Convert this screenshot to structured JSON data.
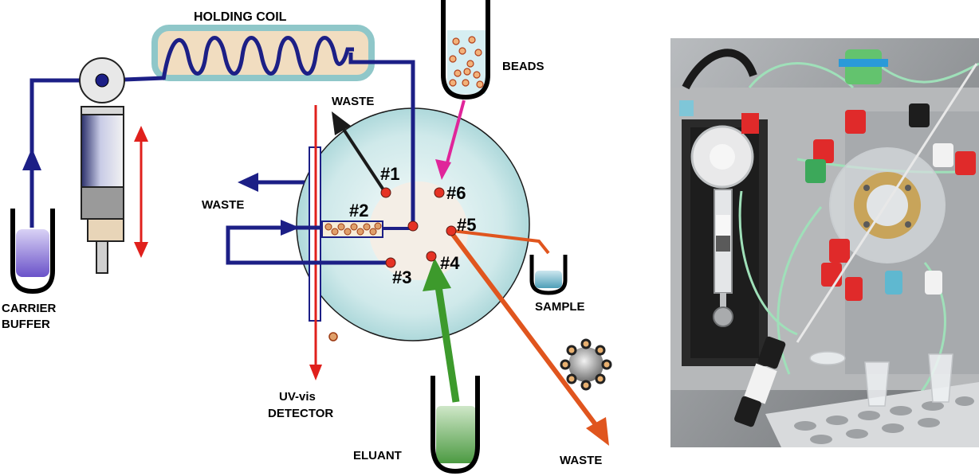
{
  "labels": {
    "holding_coil": "HOLDING COIL",
    "beads": "BEADS",
    "waste_top": "WASTE",
    "waste_left": "WASTE",
    "waste_bottom": "WASTE",
    "carrier_buffer_1": "CARRIER",
    "carrier_buffer_2": "BUFFER",
    "sample": "SAMPLE",
    "eluant": "ELUANT",
    "detector_1": "UV-vis",
    "detector_2": "DETECTOR"
  },
  "ports": {
    "p1": "#1",
    "p2": "#2",
    "p3": "#3",
    "p4": "#4",
    "p5": "#5",
    "p6": "#6"
  },
  "colors": {
    "tubing": "#1c1f86",
    "valve_body": "#c8e6e8",
    "valve_core": "#f4eee6",
    "port": "#e53224",
    "detector_line": "#e0201c",
    "waste_arrow": "#e0551e",
    "bead_arrow": "#e0259a",
    "eluant_arrow": "#3d9a2c",
    "coil_housing": "#8fc7c9",
    "coil_fill": "#f1ddc0",
    "bead": "#e0a06a",
    "photo_bg": "#8c8f92"
  }
}
